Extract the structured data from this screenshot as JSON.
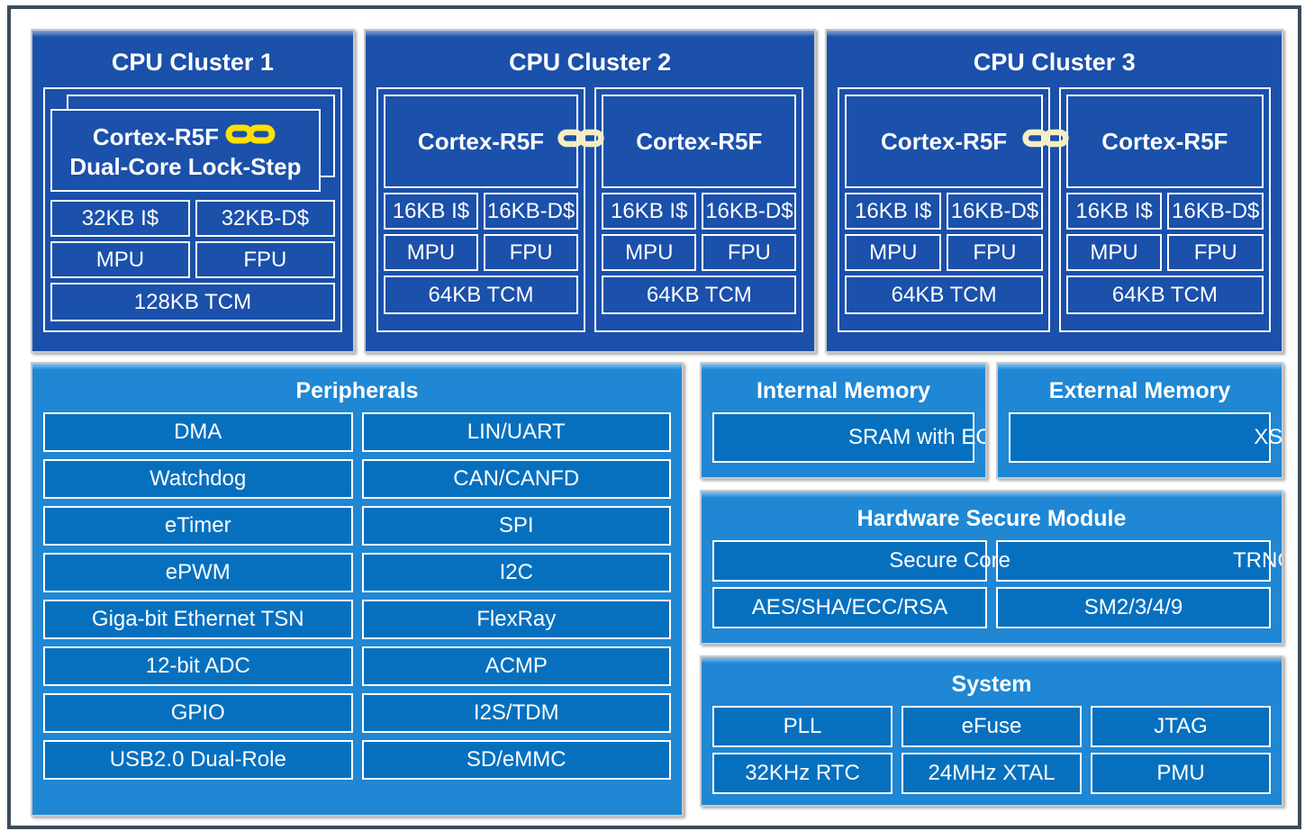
{
  "diagram": {
    "accent_dark_blue": "#1b50ab",
    "accent_light_blue": "#1f87d4",
    "tile_blue": "#0670bf",
    "chain_yellow": "#ffe000",
    "chain_cream": "#f5eec2",
    "border_navy": "#3c4a5e"
  },
  "clusters": [
    {
      "title": "CPU Cluster 1",
      "cores": [
        {
          "name_line1": "Cortex-R5F",
          "name_line2": "Dual-Core Lock-Step",
          "icache": "32KB I$",
          "dcache": "32KB-D$",
          "mpu": "MPU",
          "fpu": "FPU",
          "tcm": "128KB TCM",
          "link_icon": "chain-link-icon"
        }
      ]
    },
    {
      "title": "CPU Cluster 2",
      "cores": [
        {
          "name_line1": "Cortex-R5F",
          "icache": "16KB I$",
          "dcache": "16KB-D$",
          "mpu": "MPU",
          "fpu": "FPU",
          "tcm": "64KB TCM",
          "link_icon": "chain-link-icon"
        },
        {
          "name_line1": "Cortex-R5F",
          "icache": "16KB I$",
          "dcache": "16KB-D$",
          "mpu": "MPU",
          "fpu": "FPU",
          "tcm": "64KB TCM"
        }
      ]
    },
    {
      "title": "CPU Cluster 3",
      "cores": [
        {
          "name_line1": "Cortex-R5F",
          "icache": "16KB I$",
          "dcache": "16KB-D$",
          "mpu": "MPU",
          "fpu": "FPU",
          "tcm": "64KB TCM",
          "link_icon": "chain-link-icon"
        },
        {
          "name_line1": "Cortex-R5F",
          "icache": "16KB I$",
          "dcache": "16KB-D$",
          "mpu": "MPU",
          "fpu": "FPU",
          "tcm": "64KB TCM"
        }
      ]
    }
  ],
  "peripherals": {
    "title": "Peripherals",
    "left_column": [
      "DMA",
      "Watchdog",
      "eTimer",
      "ePWM",
      "Giga-bit Ethernet TSN",
      "12-bit ADC",
      "GPIO",
      "USB2.0 Dual-Role"
    ],
    "right_column": [
      "LIN/UART",
      "CAN/CANFD",
      "SPI",
      "I2C",
      "FlexRay",
      "ACMP",
      "I2S/TDM",
      "SD/eMMC"
    ]
  },
  "internal_memory": {
    "title": "Internal Memory",
    "items": [
      "SRAM with ECC"
    ]
  },
  "external_memory": {
    "title": "External Memory",
    "items": [
      "XSPI"
    ]
  },
  "hardware_secure_module": {
    "title": "Hardware Secure Module",
    "row1": [
      "Secure Core",
      "TRNG"
    ],
    "row2": [
      "AES/SHA/ECC/RSA",
      "SM2/3/4/9"
    ]
  },
  "system": {
    "title": "System",
    "row1": [
      "PLL",
      "eFuse",
      "JTAG"
    ],
    "row2": [
      "32KHz RTC",
      "24MHz XTAL",
      "PMU"
    ]
  }
}
